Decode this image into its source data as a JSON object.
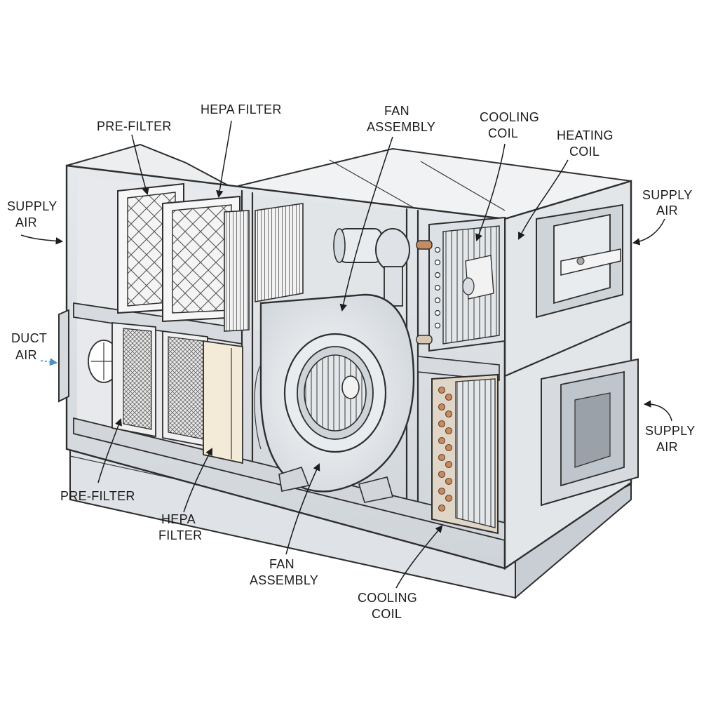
{
  "labels": {
    "supply_air_left": [
      "SUPPLY",
      "AIR"
    ],
    "duct_air": [
      "DUCT",
      "AIR"
    ],
    "pre_filter_top": "PRE-FILTER",
    "hepa_filter_top": "HEPA FILTER",
    "fan_assembly_top": [
      "FAN",
      "ASSEMBLY"
    ],
    "cooling_coil_top": [
      "COOLING",
      "COIL"
    ],
    "heating_coil_top": [
      "HEATING",
      "COIL"
    ],
    "supply_air_right_top": [
      "SUPPLY",
      "AIR"
    ],
    "supply_air_right_bottom": [
      "SUPPLY",
      "AIR"
    ],
    "pre_filter_bottom": "PRE-FILTER",
    "hepa_filter_bottom": [
      "HEPA",
      "FILTER"
    ],
    "fan_assembly_bottom": [
      "FAN",
      "ASSEMBLY"
    ],
    "cooling_coil_bottom": [
      "COOLING",
      "COIL"
    ]
  },
  "colors": {
    "outline": "#2e2e2e",
    "panel": "#eef0f2",
    "panel_shade": "#d9dde2",
    "filter_light": "#f3ead8",
    "copper": "#c58b62",
    "duct_arrow": "#4a90c4"
  }
}
